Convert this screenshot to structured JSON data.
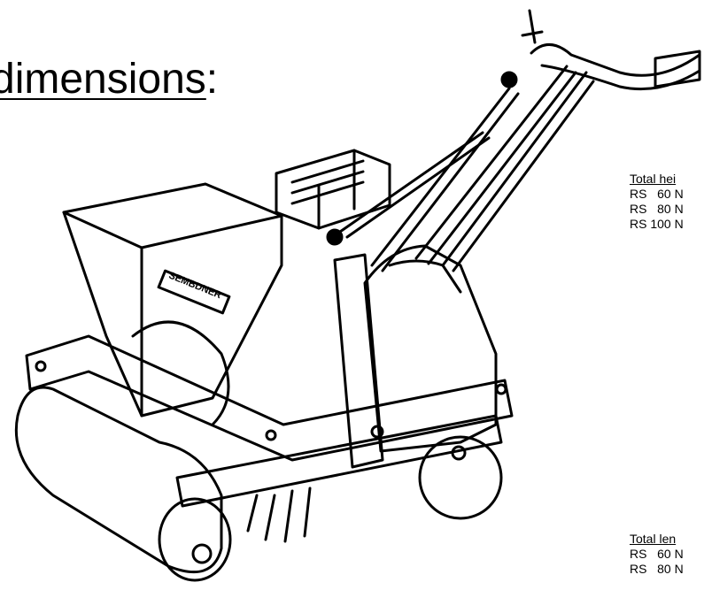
{
  "heading": {
    "text": "dimensions",
    "colon": ":"
  },
  "drawing": {
    "brand_plate": "SEMBDNER"
  },
  "specs": {
    "height": {
      "title": "Total hei",
      "rows": [
        "RS   60 N",
        "RS   80 N",
        "RS 100 N"
      ]
    },
    "length": {
      "title": "Total len",
      "rows": [
        "RS   60 N",
        "RS   80 N"
      ]
    }
  }
}
